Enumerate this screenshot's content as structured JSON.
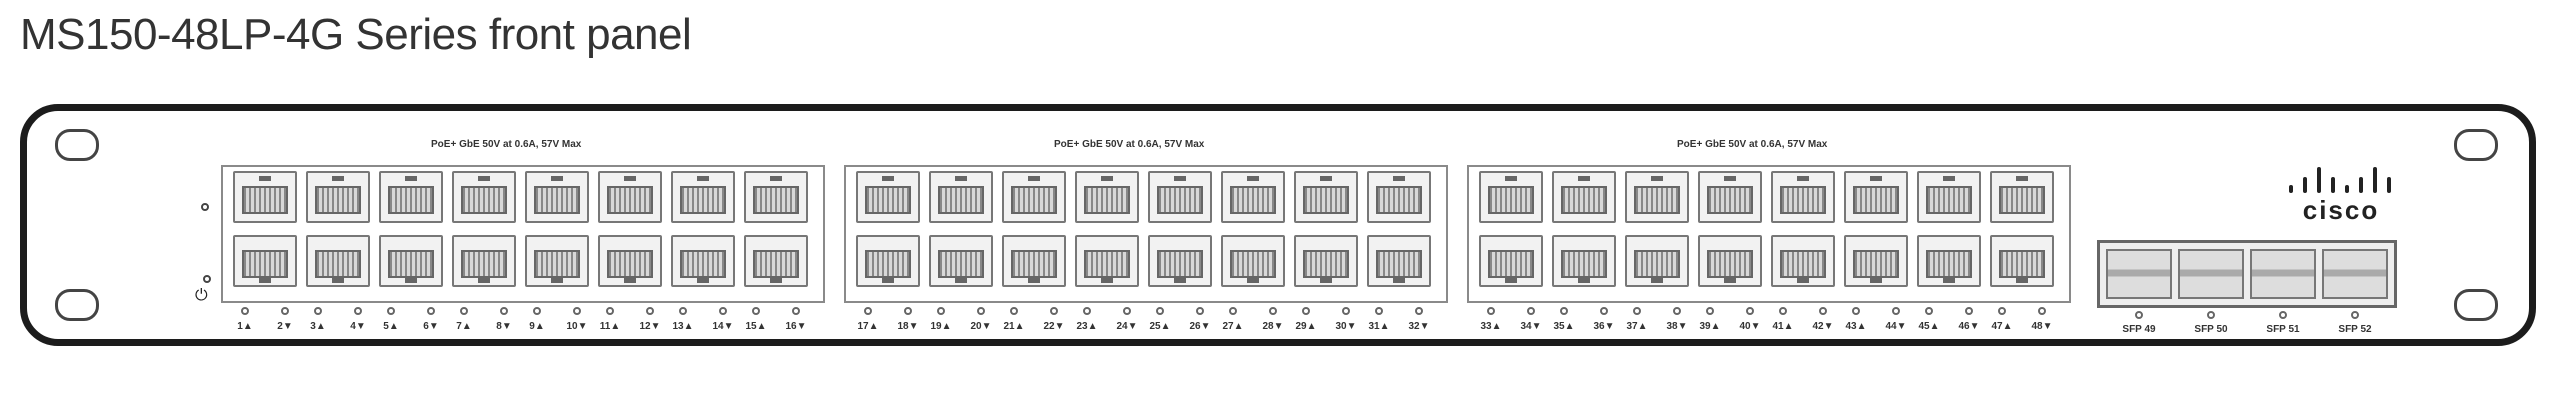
{
  "title": "MS150-48LP-4G Series front panel",
  "poe_label": "PoE+ GbE    50V at 0.6A, 57V Max",
  "brand": "cisco",
  "port_labels": [
    "1▲",
    "2▼",
    "3▲",
    "4▼",
    "5▲",
    "6▼",
    "7▲",
    "8▼",
    "9▲",
    "10▼",
    "11▲",
    "12▼",
    "13▲",
    "14▼",
    "15▲",
    "16▼",
    "17▲",
    "18▼",
    "19▲",
    "20▼",
    "21▲",
    "22▼",
    "23▲",
    "24▼",
    "25▲",
    "26▼",
    "27▲",
    "28▼",
    "29▲",
    "30▼",
    "31▲",
    "32▼",
    "33▲",
    "34▼",
    "35▲",
    "36▼",
    "37▲",
    "38▼",
    "39▲",
    "40▼",
    "41▲",
    "42▼",
    "43▲",
    "44▼",
    "45▲",
    "46▼",
    "47▲",
    "48▼"
  ],
  "sfp_labels": [
    "SFP 49",
    "SFP 50",
    "SFP 51",
    "SFP 52"
  ],
  "icons": {
    "power": "power-icon",
    "status": "status-led-icon"
  }
}
